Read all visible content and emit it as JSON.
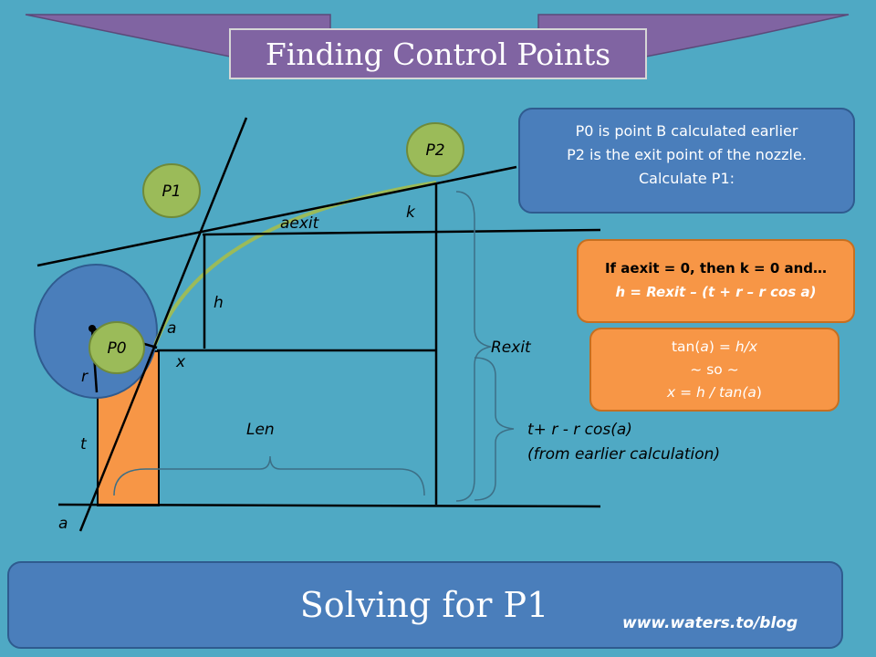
{
  "title": "Finding Control Points",
  "footer": {
    "subtitle": "Solving for P1",
    "url": "www.waters.to/blog"
  },
  "note": {
    "line1": "P0 is point B calculated earlier",
    "line2": "P2 is the exit point of the nozzle.",
    "line3": "Calculate P1:"
  },
  "formula": {
    "line1": "If aexit = 0, then k = 0 and…",
    "line2": "h = Rexit – (t + r – r cos a)"
  },
  "tan_box": {
    "line1_pre": "tan(",
    "line1_a": "a",
    "line1_mid": ") = ",
    "line1_frac": "h/x",
    "line2": "~ so ~",
    "line3_pre": "x = h / tan(",
    "line3_a": "a",
    "line3_post": ")"
  },
  "points": {
    "p0": "P0",
    "p1": "P1",
    "p2": "P2"
  },
  "labels": {
    "aexit": "aexit",
    "k": "k",
    "h": "h",
    "a_upper": "a",
    "x": "x",
    "r": "r",
    "t": "t",
    "a_lower": "a",
    "len": "Len",
    "rexit": "Rexit",
    "trcos": "t+ r - r cos(a)",
    "earlier": "(from earlier calculation)"
  },
  "colors": {
    "background": "#4fa9c4",
    "ribbon": "#8064a2",
    "box_blue": "#4a7ebb",
    "box_orange": "#f79646",
    "point_green": "#9bbb59",
    "curve": "#9bbb59"
  }
}
